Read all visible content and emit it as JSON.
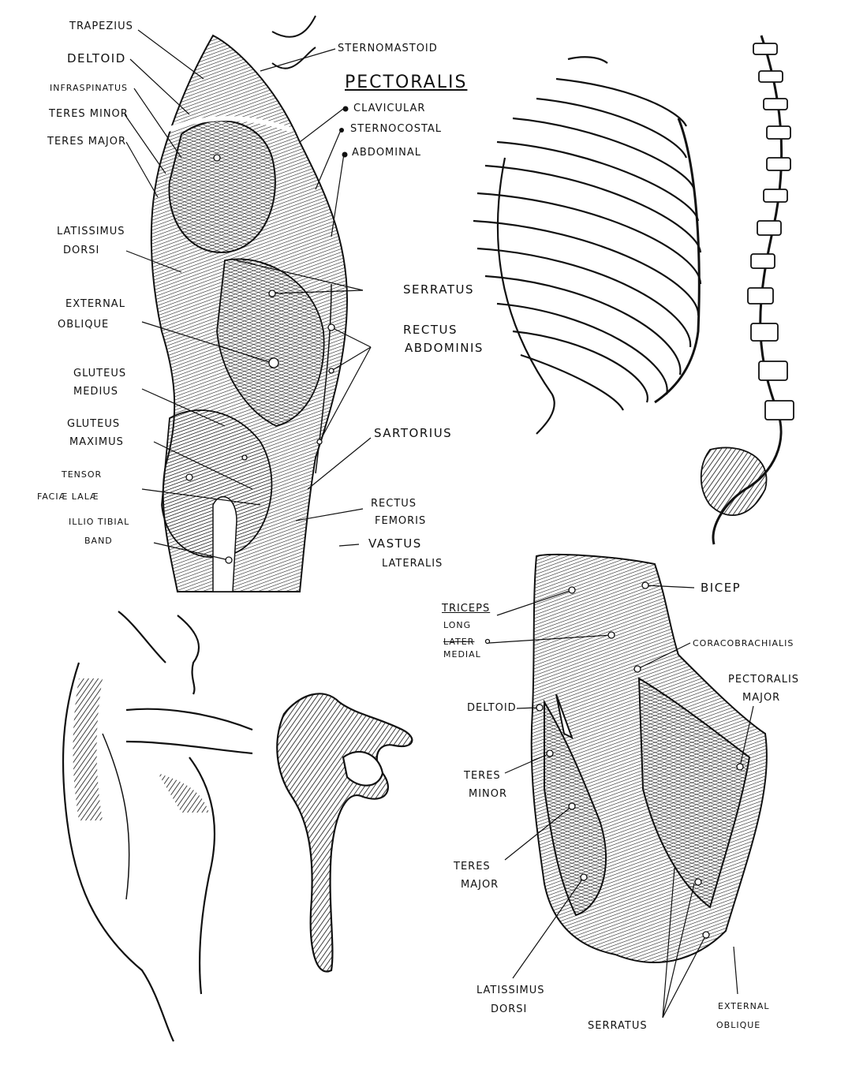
{
  "torso_side": {
    "trapezius": "TRAPEZIUS",
    "deltoid": "DELTOID",
    "infraspinatus": "INFRASPINATUS",
    "teres_minor": "TERES MINOR",
    "teres_major": "TERES MAJOR",
    "latissimus": [
      "LATISSIMUS",
      "DORSI"
    ],
    "external_oblique": [
      "EXTERNAL",
      "OBLIQUE"
    ],
    "gluteus_medius": [
      "GLUTEUS",
      "MEDIUS"
    ],
    "gluteus_maximus": [
      "GLUTEUS",
      "MAXIMUS"
    ],
    "tensor": [
      "TENSOR",
      "FACIÆ LALÆ"
    ],
    "illio_tibial": [
      "ILLIO TIBIAL",
      "BAND"
    ],
    "sternomastoid": "STERNOMASTOID",
    "pectoralis_title": "PECTORALIS",
    "pectoralis_parts": [
      "CLAVICULAR",
      "STERNOCOSTAL",
      "ABDOMINAL"
    ],
    "serratus": "SERRATUS",
    "rectus_abdominis": [
      "RECTUS",
      "ABDOMINIS"
    ],
    "sartorius": "SARTORIUS",
    "rectus_femoris": [
      "RECTUS",
      "FEMORIS"
    ],
    "vastus_lateralis": [
      "VASTUS",
      "LATERALIS"
    ]
  },
  "arm_detail": {
    "bicep": "BICEP",
    "triceps_title": "TRICEPS",
    "triceps_long": "LONG",
    "triceps_later": "LATER",
    "triceps_medial": "MEDIAL",
    "coracobrachialis": "CORACOBRACHIALIS",
    "pectoralis_major": [
      "PECTORALIS",
      "MAJOR"
    ],
    "deltoid": "DELTOID",
    "teres_minor": [
      "TERES",
      "MINOR"
    ],
    "teres_major": [
      "TERES",
      "MAJOR"
    ],
    "latissimus": [
      "LATISSIMUS",
      "DORSI"
    ],
    "serratus": "SERRATUS",
    "external_oblique": [
      "EXTERNAL",
      "OBLIQUE"
    ]
  },
  "colors": {
    "ink": "#111111",
    "paper": "#ffffff"
  }
}
